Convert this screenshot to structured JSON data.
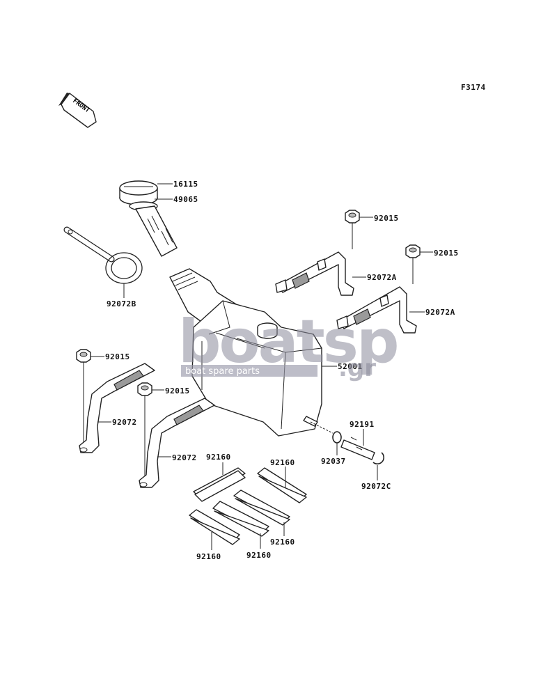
{
  "figure_code": "F3174",
  "front_arrow": {
    "text": "FRONT"
  },
  "watermark": {
    "main": "boatsp",
    "suffix": ".gr",
    "tagline": "boat spare parts"
  },
  "labels": {
    "l16115": "16115",
    "l49065": "49065",
    "l92072B": "92072B",
    "l92015_a": "92015",
    "l92015_b": "92015",
    "l92072A_a": "92072A",
    "l92072A_b": "92072A",
    "l52001": "52001",
    "l92015_c": "92015",
    "l92015_d": "92015",
    "l92072_a": "92072",
    "l92072_b": "92072",
    "l92191": "92191",
    "l92037": "92037",
    "l92072C": "92072C",
    "l92160_a": "92160",
    "l92160_b": "92160",
    "l92160_c": "92160",
    "l92160_d": "92160",
    "l92160_e": "92160"
  }
}
